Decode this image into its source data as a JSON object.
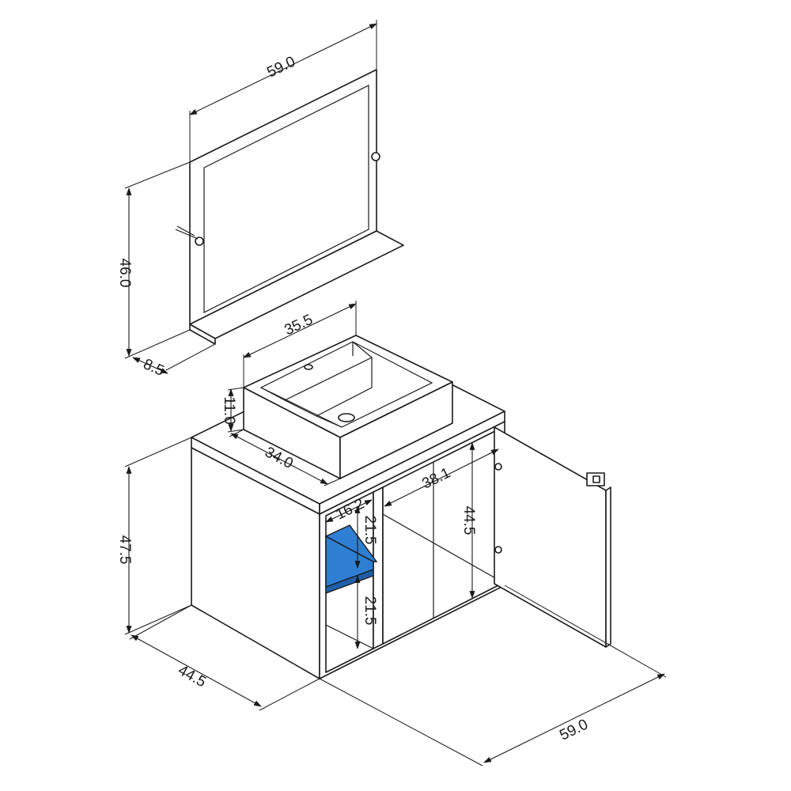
{
  "dimensions": {
    "mirror_width": "59.0",
    "mirror_height": "46.0",
    "mirror_shelf_depth": "8.5",
    "basin_width": "35.5",
    "basin_height": "11.0",
    "basin_depth": "34.0",
    "cabinet_height": "47.5",
    "cabinet_depth": "44.5",
    "cabinet_width": "59.0",
    "niche_width": "16.2",
    "niche_upper_height": "21.5",
    "niche_lower_height": "21.5",
    "interior_width": "38.1",
    "interior_height": "44.5"
  },
  "colors": {
    "line": "#1a1a1a",
    "shelf": "#2e7fd3",
    "background": "#ffffff"
  }
}
